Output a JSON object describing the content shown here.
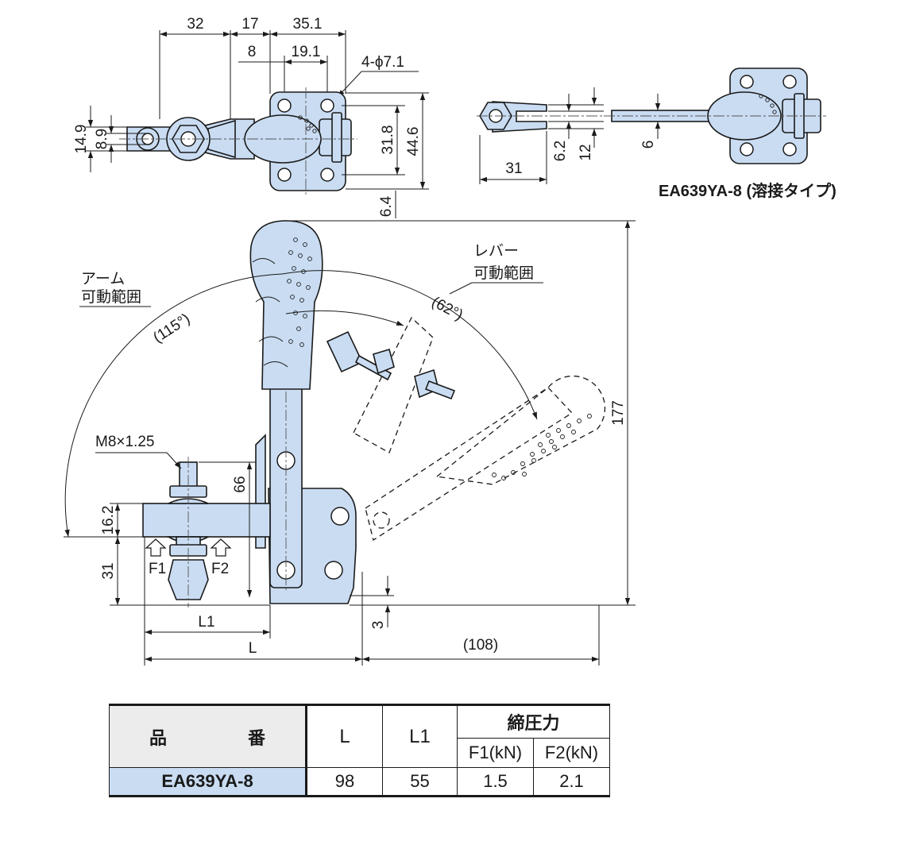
{
  "dims": {
    "d32": "32",
    "d17": "17",
    "d35_1": "35.1",
    "d8": "8",
    "d19_1": "19.1",
    "hole_spec": "4-ϕ7.1",
    "d14_9": "14.9",
    "d8_9": "8.9",
    "d31_8": "31.8",
    "d44_6": "44.6",
    "d6_4": "6.4",
    "d6_2": "6.2",
    "d12": "12",
    "d6": "6",
    "d31_top": "31",
    "d177": "177",
    "d66": "66",
    "d16_2": "16.2",
    "d31_side": "31",
    "d3": "3",
    "d108": "(108)",
    "L1": "L1",
    "L": "L",
    "thread": "M8×1.25",
    "F1": "F1",
    "F2": "F2"
  },
  "annotations": {
    "arm_range_line1": "アーム",
    "arm_range_line2": "可動範囲",
    "arm_angle": "(115°)",
    "lever_range_line1": "レバー",
    "lever_range_line2": "可動範囲",
    "lever_angle": "(62°)",
    "weld_type_caption": "EA639YA-8 (溶接タイプ)"
  },
  "table": {
    "header_part_no": "品　番",
    "header_L": "L",
    "header_L1": "L1",
    "header_force": "締圧力",
    "header_F1": "F1(kN)",
    "header_F2": "F2(kN)",
    "rows": [
      {
        "model": "EA639YA-8",
        "L": "98",
        "L1": "55",
        "F1": "1.5",
        "F2": "2.1"
      }
    ]
  },
  "colors": {
    "part_fill": "#c9dcf2",
    "line": "#1a1a1a",
    "table_header": "#ececec"
  }
}
